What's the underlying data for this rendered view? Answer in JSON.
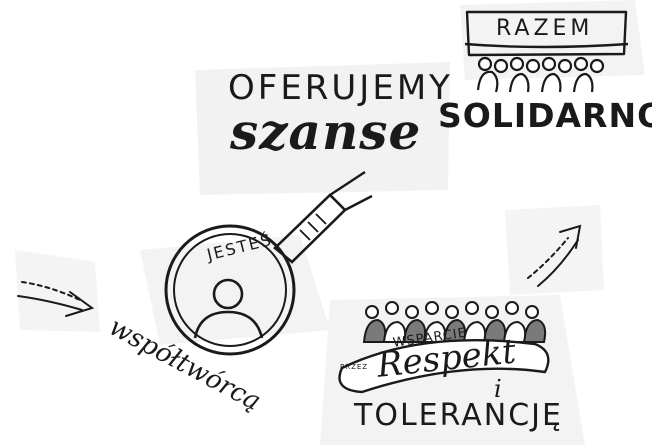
{
  "texts": {
    "oferujemy": "OFERUJEMY",
    "szanse": "szanse",
    "razem": "RAZEM",
    "solidarnosc": "SOLIDARNOŚĆ",
    "jestes": "JESTEŚ",
    "wspoltworca": "współtwórcą",
    "wsparcie": "WSPARCIE",
    "przez": "PRZEZ",
    "respekt": "Respekt",
    "i": "i",
    "tolerancje": "TOLERANCJĘ"
  },
  "icons": [
    "magnifying-glass-icon",
    "person-icon",
    "crowd-icon",
    "banner-icon",
    "arrow-icon"
  ],
  "colors": {
    "ink": "#1a1a1a",
    "shadow": "#eeeeee",
    "paper": "#ffffff"
  }
}
